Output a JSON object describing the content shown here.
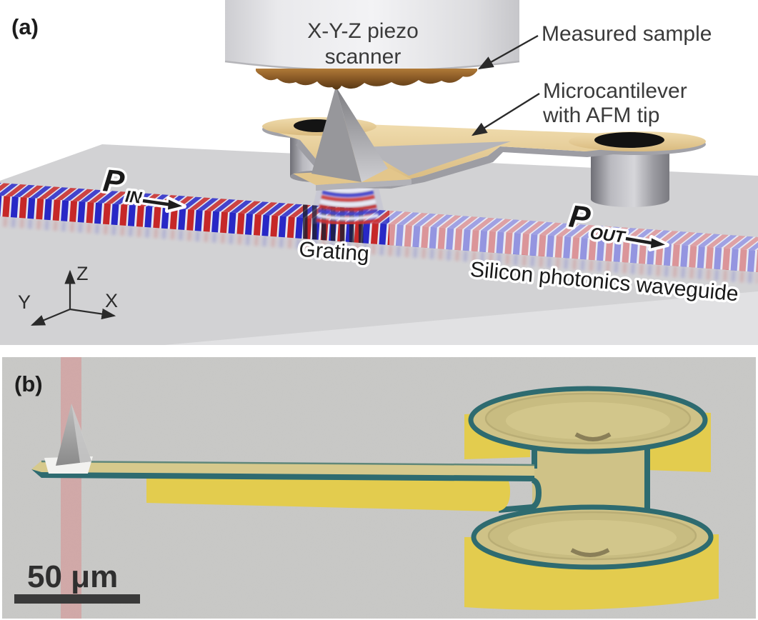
{
  "figure": {
    "panel_a": {
      "tag": "(a)",
      "piezo_scanner": {
        "line1": "X-Y-Z piezo",
        "line2": "scanner"
      },
      "measured_sample_label": "Measured sample",
      "microcantilever_label": {
        "line1": "Microcantilever",
        "line2": "with AFM tip"
      },
      "p_in": {
        "base": "P",
        "sub": "IN"
      },
      "p_out": {
        "base": "P",
        "sub": "OUT"
      },
      "grating_label": "Grating",
      "waveguide_label": "Silicon photonics waveguide",
      "axes": {
        "x": "X",
        "y": "Y",
        "z": "Z"
      }
    },
    "panel_b": {
      "tag": "(b)",
      "scale_bar_label": "50 μm"
    },
    "colors": {
      "wave_red": "#c62828",
      "wave_blue": "#2828c6",
      "cantilever_gold": "#e6c88e",
      "sample_brown": "#8a5a26",
      "sem_teal": "#2e6b70",
      "sem_bright_yellow": "#e3cc4e",
      "sem_pale_gold": "#cfc287",
      "waveguide_marker_pink": "#d98a8a",
      "floor_gray": "#d2d2d4",
      "background": "#ffffff"
    }
  }
}
